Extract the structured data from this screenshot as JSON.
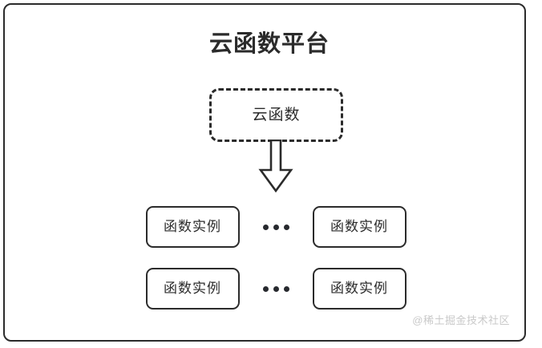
{
  "diagram": {
    "title": "云函数平台",
    "cloud_function": {
      "label": "云函数",
      "style": "dashed"
    },
    "flow_arrow": {
      "icon": "down-block-arrow",
      "direction": "down"
    },
    "instance_rows": [
      {
        "left": {
          "label": "函数实例"
        },
        "separator": {
          "label": "···",
          "dots": 3
        },
        "right": {
          "label": "函数实例"
        }
      },
      {
        "left": {
          "label": "函数实例"
        },
        "separator": {
          "label": "···",
          "dots": 3
        },
        "right": {
          "label": "函数实例"
        }
      }
    ],
    "watermark": "@稀土掘金技术社区",
    "colors": {
      "stroke": "#2b2b2b",
      "background": "#ffffff",
      "text": "#2b2b2b",
      "dot": "#27292e",
      "watermark": "#c9c9c9"
    }
  }
}
